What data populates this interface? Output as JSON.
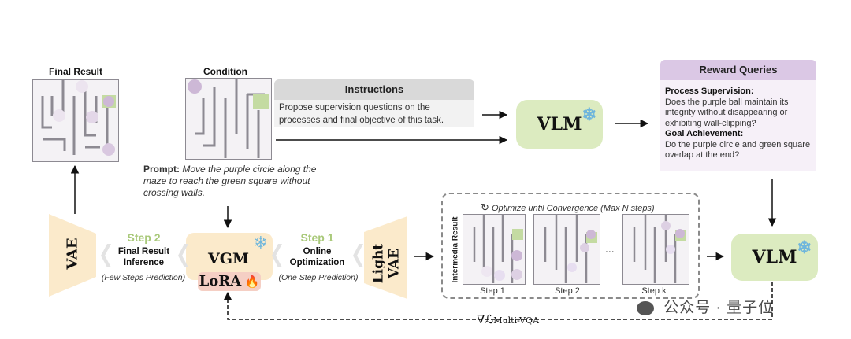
{
  "final_result": {
    "label": "Final Result"
  },
  "condition": {
    "label": "Condition"
  },
  "instructions": {
    "title": "Instructions",
    "text": "Propose supervision questions on the processes and final objective of this task."
  },
  "vlm_top": {
    "label": "VLM"
  },
  "vlm_bottom": {
    "label": "VLM"
  },
  "reward_queries": {
    "title": "Reward Queries",
    "process_title": "Process Supervision:",
    "process_text": "Does the purple ball maintain its integrity without disappearing or exhibiting wall-clipping?",
    "goal_title": "Goal Achievement:",
    "goal_text": "Do the purple circle and green square overlap at the end?"
  },
  "prompt": {
    "label": "Prompt:",
    "text": "Move the purple circle along the maze to reach the green square without crossing walls."
  },
  "vae_left": {
    "label": "VAE"
  },
  "step2": {
    "title": "Step 2",
    "text": "Final Result Inference",
    "sub": "(Few Steps Prediction)"
  },
  "vgm": {
    "label": "VGM",
    "lora": "LoRA"
  },
  "step1": {
    "title": "Step 1",
    "text": "Online Optimization",
    "sub": "(One Step Prediction)"
  },
  "light_vae": {
    "label": "Light VAE"
  },
  "optimize": {
    "text": "Optimize until Convergence (Max N steps)"
  },
  "intermedia": {
    "label": "Intermedia Result"
  },
  "steps": [
    "Step 1",
    "Step 2",
    "Step k"
  ],
  "ellipsis": "...",
  "gradient": {
    "label": "∇ℒ",
    "sub": "Multi-VQA"
  },
  "watermark": {
    "text": "公众号 · 量子位"
  },
  "colors": {
    "purple": "#cdb8d6",
    "green": "#c4dba2",
    "vlm_fill": "#dcebc0",
    "vae_fill": "#fbeacb"
  }
}
